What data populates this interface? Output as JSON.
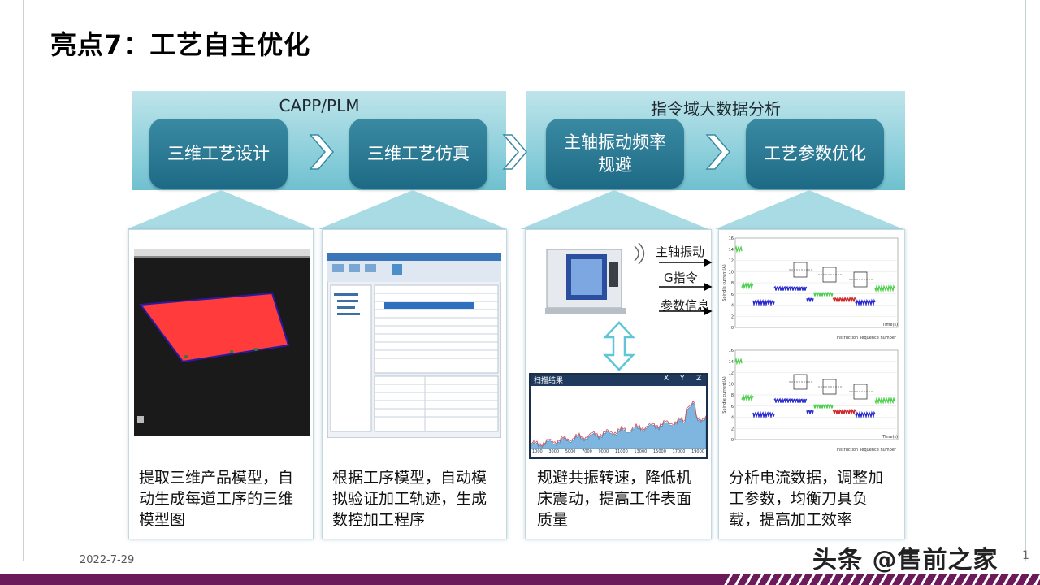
{
  "title": "亮点7：工艺自主优化",
  "sections": [
    {
      "title": "CAPP/PLM"
    },
    {
      "title": "指令域大数据分析"
    }
  ],
  "steps": [
    {
      "label": "三维工艺设计"
    },
    {
      "label": "三维工艺仿真"
    },
    {
      "label": "主轴振动频率\n规避"
    },
    {
      "label": "工艺参数优化"
    }
  ],
  "cards": [
    {
      "text": "提取三维产品模型，自动生成每道工序的三维模型图"
    },
    {
      "text": "根据工序模型，自动模拟验证加工轨迹，生成数控加工程序"
    },
    {
      "text": "规避共振转速，降低机床震动，提高工件表面质量"
    },
    {
      "text": "分析电流数据，调整加工参数，均衡刀具负载，提高加工效率"
    }
  ],
  "machine": {
    "signals": [
      "主轴振动",
      "G指令",
      "参数信息"
    ],
    "scan_window_title": "扫描结果",
    "scan_window_controls": [
      "X",
      "Y",
      "Z"
    ],
    "scan_axis_ticks": [
      "1000",
      "3000",
      "5000",
      "7000",
      "9000",
      "11000",
      "13000",
      "15000",
      "17000",
      "19000"
    ]
  },
  "current_charts": {
    "ylabel": "Spindle current(A)",
    "xlabel_time": "Time(s)",
    "xlabel_seq": "Instruction sequence number",
    "y_ticks": [
      "16",
      "14",
      "12",
      "10",
      "8",
      "6",
      "4",
      "2",
      "0"
    ]
  },
  "footer": {
    "date": "2022-7-29",
    "page": "1",
    "watermark": "头条 @售前之家"
  },
  "colors": {
    "accent": "#1e6a86",
    "band": "#8ed0dc",
    "footer_bar": "#6b1a5a"
  }
}
